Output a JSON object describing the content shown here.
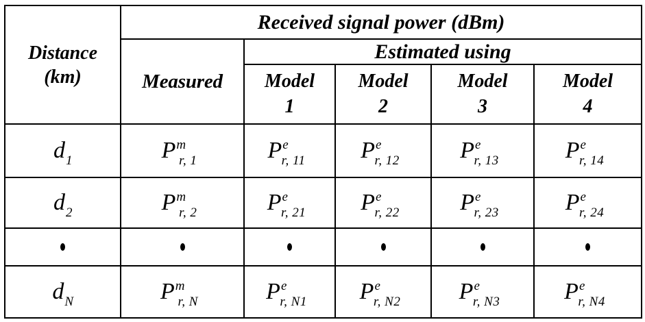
{
  "table": {
    "caption_columns": 6,
    "header": {
      "distance_line1": "Distance",
      "distance_line2": "(km)",
      "received_power": "Received signal power (dBm)",
      "measured": "Measured",
      "estimated_using": "Estimated using",
      "models": [
        {
          "name_line1": "Model",
          "name_line2": "1"
        },
        {
          "name_line1": "Model",
          "name_line2": "2"
        },
        {
          "name_line1": "Model",
          "name_line2": "3"
        },
        {
          "name_line1": "Model",
          "name_line2": "4"
        }
      ]
    },
    "rows": [
      {
        "distance": {
          "base": "d",
          "sup": "",
          "sub": "1"
        },
        "measured": {
          "base": "P",
          "sup": "m",
          "sub": "r, 1"
        },
        "estimates": [
          {
            "base": "P",
            "sup": "e",
            "sub": "r, 11"
          },
          {
            "base": "P",
            "sup": "e",
            "sub": "r, 12"
          },
          {
            "base": "P",
            "sup": "e",
            "sub": "r, 13"
          },
          {
            "base": "P",
            "sup": "e",
            "sub": "r, 14"
          }
        ]
      },
      {
        "distance": {
          "base": "d",
          "sup": "",
          "sub": "2"
        },
        "measured": {
          "base": "P",
          "sup": "m",
          "sub": "r, 2"
        },
        "estimates": [
          {
            "base": "P",
            "sup": "e",
            "sub": "r, 21"
          },
          {
            "base": "P",
            "sup": "e",
            "sub": "r, 22"
          },
          {
            "base": "P",
            "sup": "e",
            "sub": "r, 23"
          },
          {
            "base": "P",
            "sup": "e",
            "sub": "r, 24"
          }
        ]
      },
      {
        "distance": {
          "base": "",
          "sup": "",
          "sub": ""
        },
        "measured": {
          "base": "",
          "sup": "",
          "sub": ""
        },
        "estimates": [
          {
            "base": "",
            "sup": "",
            "sub": ""
          },
          {
            "base": "",
            "sup": "",
            "sub": ""
          },
          {
            "base": "",
            "sup": "",
            "sub": ""
          },
          {
            "base": "",
            "sup": "",
            "sub": ""
          }
        ],
        "is_ellipsis": true,
        "ellipsis_glyph": "•"
      },
      {
        "distance": {
          "base": "d",
          "sup": "",
          "sub": "N"
        },
        "measured": {
          "base": "P",
          "sup": "m",
          "sub": "r, N"
        },
        "estimates": [
          {
            "base": "P",
            "sup": "e",
            "sub": "r, N1"
          },
          {
            "base": "P",
            "sup": "e",
            "sub": "r, N2"
          },
          {
            "base": "P",
            "sup": "e",
            "sub": "r, N3"
          },
          {
            "base": "P",
            "sup": "e",
            "sub": "r, N4"
          }
        ]
      }
    ]
  },
  "colors": {
    "border": "#000000",
    "text": "#000000",
    "background": "#ffffff"
  }
}
